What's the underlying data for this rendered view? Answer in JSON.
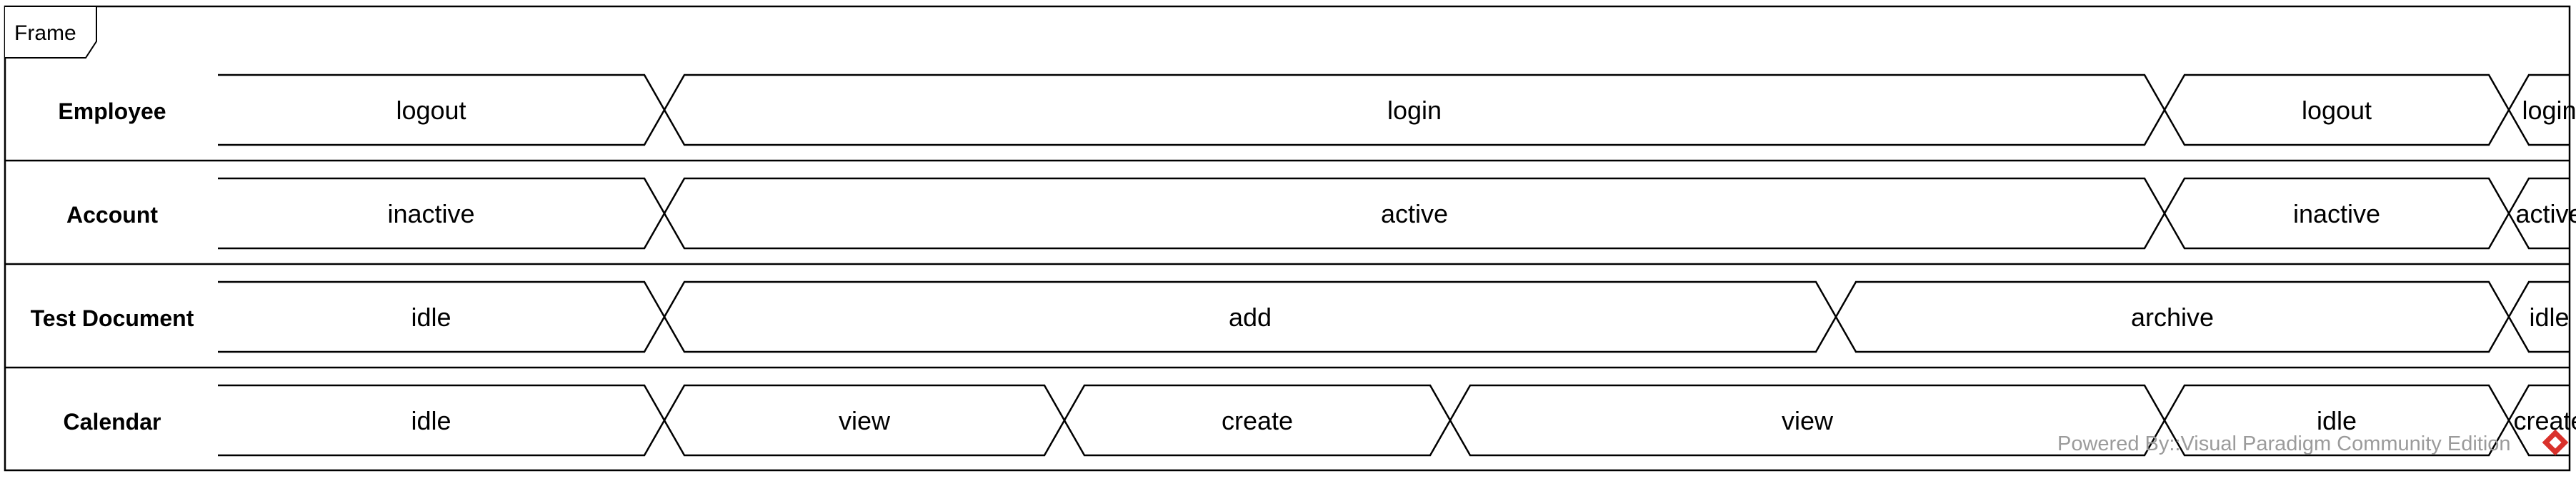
{
  "diagram": {
    "frame_label": "Frame",
    "lifelines": [
      {
        "name": "Employee",
        "states": [
          "logout",
          "login",
          "logout",
          "login"
        ]
      },
      {
        "name": "Account",
        "states": [
          "inactive",
          "active",
          "inactive",
          "active"
        ]
      },
      {
        "name": "Test Document",
        "states": [
          "idle",
          "add",
          "archive",
          "idle"
        ]
      },
      {
        "name": "Calendar",
        "states": [
          "idle",
          "view",
          "create",
          "view",
          "idle",
          "create"
        ]
      }
    ],
    "watermark": "Powered By::Visual Paradigm Community Edition",
    "logo_icon": "visual-paradigm-logo-icon"
  }
}
